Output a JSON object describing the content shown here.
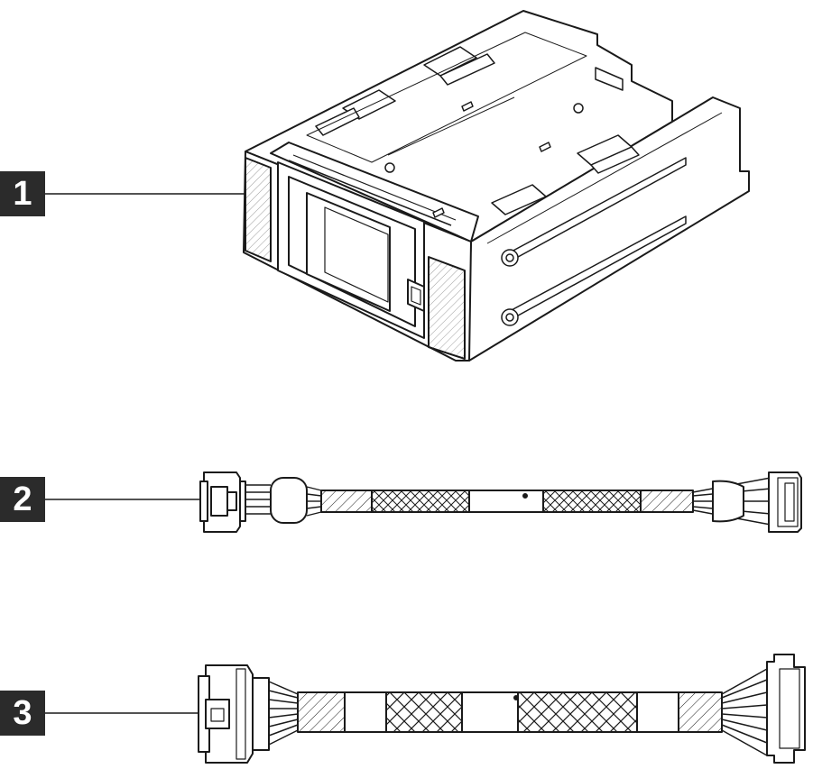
{
  "callouts": [
    {
      "label": "1",
      "part": "drive-cage"
    },
    {
      "label": "2",
      "part": "cable-1"
    },
    {
      "label": "3",
      "part": "cable-2"
    }
  ],
  "colors": {
    "line": "#1a1a1a",
    "callout_bg": "#2b2b2b",
    "callout_text": "#ffffff"
  }
}
